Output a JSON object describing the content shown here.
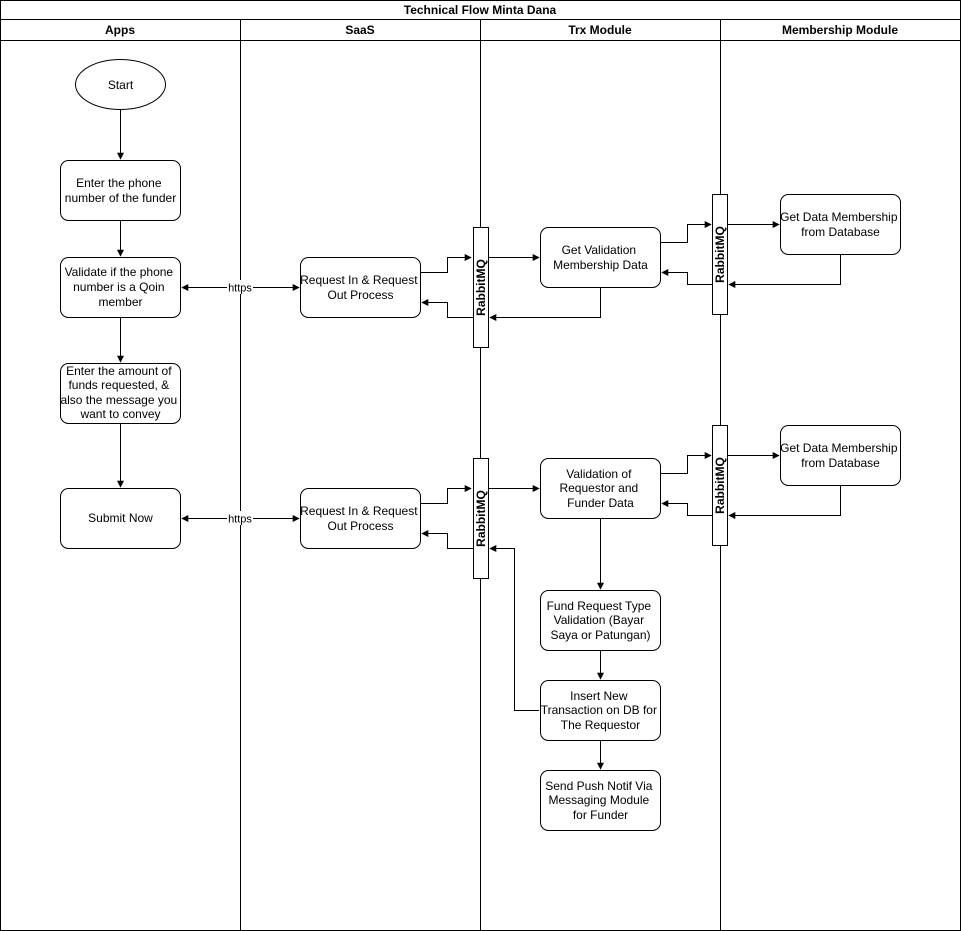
{
  "diagram": {
    "title": "Technical Flow Minta Dana",
    "lanes": [
      "Apps",
      "SaaS",
      "Trx Module",
      "Membership Module"
    ],
    "nodes": {
      "start": "Start",
      "enter_phone": [
        "Enter the phone",
        "number of the funder"
      ],
      "validate_member": [
        "Validate if the phone",
        "number is a Qoin",
        "member"
      ],
      "enter_amount": [
        "Enter the amount of",
        "funds requested, &",
        "also the message you",
        "want to convey"
      ],
      "submit_now": "Submit Now",
      "saas_process_1": [
        "Request In & Request",
        "Out Process"
      ],
      "saas_process_2": [
        "Request In & Request",
        "Out Process"
      ],
      "rabbitmq": "RabbitMQ",
      "get_validation": [
        "Get Validation",
        "Membership Data"
      ],
      "validation_requestor": [
        "Validation of",
        "Requestor and",
        "Funder Data"
      ],
      "fund_request_type": [
        "Fund Request Type",
        "Validation (Bayar",
        "Saya or Patungan)"
      ],
      "insert_transaction": [
        "Insert New",
        "Transaction on DB for",
        "The Requestor"
      ],
      "send_push": [
        "Send Push Notif Via",
        "Messaging Module",
        "for Funder"
      ],
      "get_membership_1": [
        "Get Data Membership",
        "from Database"
      ],
      "get_membership_2": [
        "Get Data Membership",
        "from Database"
      ]
    },
    "edge_label_https": "https"
  }
}
